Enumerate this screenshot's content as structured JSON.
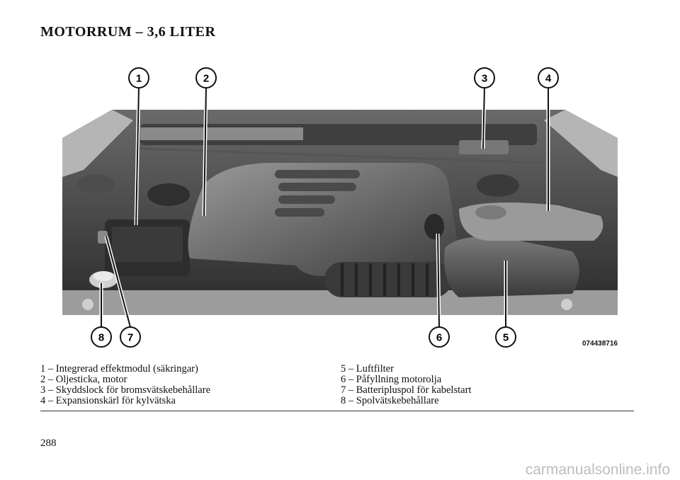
{
  "page_title": "MOTORRUM – 3,6 LITER",
  "figure": {
    "code": "074438716",
    "callouts": [
      {
        "number": "1",
        "icon": "callout-circle-icon"
      },
      {
        "number": "2",
        "icon": "callout-circle-icon"
      },
      {
        "number": "3",
        "icon": "callout-circle-icon"
      },
      {
        "number": "4",
        "icon": "callout-circle-icon"
      },
      {
        "number": "5",
        "icon": "callout-circle-icon"
      },
      {
        "number": "6",
        "icon": "callout-circle-icon"
      },
      {
        "number": "7",
        "icon": "callout-circle-icon"
      },
      {
        "number": "8",
        "icon": "callout-circle-icon"
      }
    ]
  },
  "legend": {
    "left": [
      "1 – Integrerad effektmodul (säkringar)",
      "2 – Oljesticka, motor",
      "3 – Skyddslock för bromsvätskebehållare",
      "4 – Expansionskärl för kylvätska"
    ],
    "right": [
      "5 – Luftfilter",
      "6 – Påfyllning motorolja",
      "7 – Batteripluspol för kabelstart",
      "8 – Spolvätskebehållare"
    ]
  },
  "page_number": "288",
  "watermark": "carmanualsonline.info"
}
